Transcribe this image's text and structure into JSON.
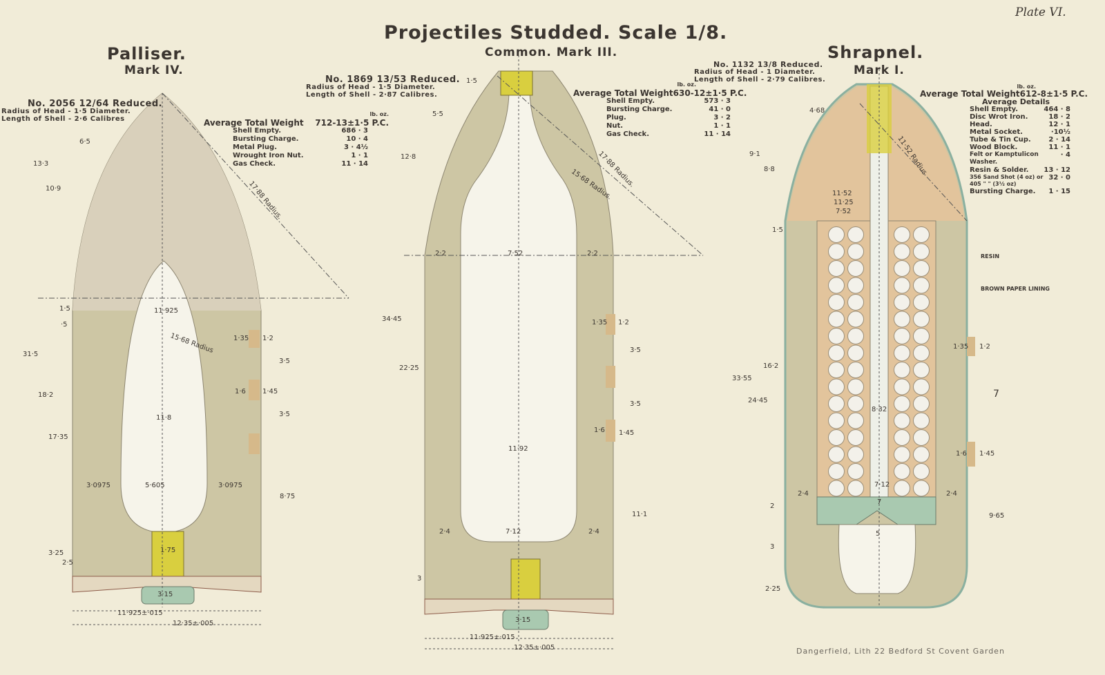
{
  "plate": "Plate VI.",
  "title": "Projectiles   Studded.  Scale 1/8.",
  "imprint": "Dangerfield, Lith 22 Bedford St Covent Garden",
  "colors": {
    "paper": "#f1ecd8",
    "body": "#cdc6a4",
    "head_palliser": "#d9d0bb",
    "wood": "#e2c49c",
    "plug": "#d9cf3f",
    "gas_check": "#a9c9b0",
    "cavity": "#f6f4ea"
  },
  "palliser": {
    "name": "Palliser.",
    "mark": "Mark IV.",
    "notes": [
      "No. 2056 12/64 Reduced.",
      "Radius of Head - 1·5 Diameter.",
      "Length of Shell - 2·6 Calibres"
    ],
    "weight_label": "Average Total Weight",
    "weight_units": "lb. oz.",
    "weight_value": "712-13±1·5 P.C.",
    "items": [
      {
        "label": "Shell Empty.",
        "value": "686 · 3"
      },
      {
        "label": "Bursting Charge.",
        "value": "10 · 4"
      },
      {
        "label": "Metal Plug.",
        "value": "3 · 4½"
      },
      {
        "label": "Wrought Iron Nut.",
        "value": "1 · 1"
      },
      {
        "label": "Gas Check.",
        "value": "11 · 14"
      }
    ],
    "dims": [
      "6·5",
      "13·3",
      "10·9",
      "17·88 Radius.",
      "1·5",
      "·5",
      "11·925",
      "15·68 Radius",
      "1·35",
      "1·2",
      "31·5",
      "18·2",
      "3·5",
      "1·6",
      "1·45",
      "3·5",
      "17·35",
      "11·8",
      "3·0975",
      "5·605",
      "3·0975",
      "8·75",
      "3·25",
      "2·5",
      "1·75",
      "3·15",
      "11·925±·015",
      "12·35±·005"
    ]
  },
  "common": {
    "name": "Common. Mark III.",
    "notes": [
      "No. 1869 13/53 Reduced.",
      "Radius of Head - 1·5 Diameter.",
      "Length of Shell - 2·87 Calibres."
    ],
    "weight_label": "Average Total Weight",
    "weight_units": "lb. oz.",
    "weight_value": "630-12±1·5 P.C.",
    "items": [
      {
        "label": "Shell Empty.",
        "value": "573 · 3"
      },
      {
        "label": "Bursting Charge.",
        "value": "41 · 0"
      },
      {
        "label": "Plug.",
        "value": "3 · 2"
      },
      {
        "label": "Nut.",
        "value": "1 · 1"
      },
      {
        "label": "Gas Check.",
        "value": "11 · 14"
      }
    ],
    "dims": [
      "1·5",
      "5·5",
      "12·8",
      "17·88 Radius.",
      "15·68 Radius.",
      "2·2",
      "7·52",
      "2·2",
      "34·45",
      "22·25",
      "1·35",
      "1·2",
      "3·5",
      "3·5",
      "1·6",
      "1·45",
      "11·92",
      "11·1",
      "2·4",
      "7·12",
      "2·4",
      "3",
      "3·15",
      "11·925±·015",
      "12·35±·005"
    ]
  },
  "shrapnel": {
    "name": "Shrapnel.",
    "mark": "Mark I.",
    "notes": [
      "No. 1132 13/8 Reduced.",
      "Radius of Head - 1 Diameter.",
      "Length of Shell - 2·79 Calibres."
    ],
    "weight_label": "Average Total Weight",
    "weight_units": "lb. oz.",
    "weight_value": "612-8±1·5 P.C.",
    "details_title": "Average Details",
    "items": [
      {
        "label": "Shell Empty.",
        "value": "464 · 8"
      },
      {
        "label": "Disc Wrot Iron.",
        "value": "18 · 2"
      },
      {
        "label": "Head.",
        "value": "12 · 1"
      },
      {
        "label": "Metal Socket.",
        "value": "·10½"
      },
      {
        "label": "Tube & Tin Cup.",
        "value": "2 · 14"
      },
      {
        "label": "Wood Block.",
        "value": "11 · 1"
      },
      {
        "label": "Felt or Kamptulicon Washer.",
        "value": "· 4"
      },
      {
        "label": "Resin & Solder.",
        "value": "13 · 12"
      },
      {
        "label": "356 Sand Shot (4 oz) or 405 \" \" (3½ oz)",
        "value": "32 · 0"
      },
      {
        "label": "Bursting Charge.",
        "value": "1 · 15"
      }
    ],
    "dims": [
      "4·68",
      "9·1",
      "8·8",
      "11·52 Radius",
      "11·52",
      "11·25",
      "7·52",
      "1·5",
      "Resin",
      "Brown Paper Lining",
      "16·2",
      "33·55",
      "24·45",
      "1·35",
      "1·2",
      "7",
      "8·32",
      "1·6",
      "1·45",
      "7·12",
      "2·4",
      "2·4",
      "2",
      "3",
      "2·25",
      "5",
      "7",
      "9·65"
    ]
  }
}
